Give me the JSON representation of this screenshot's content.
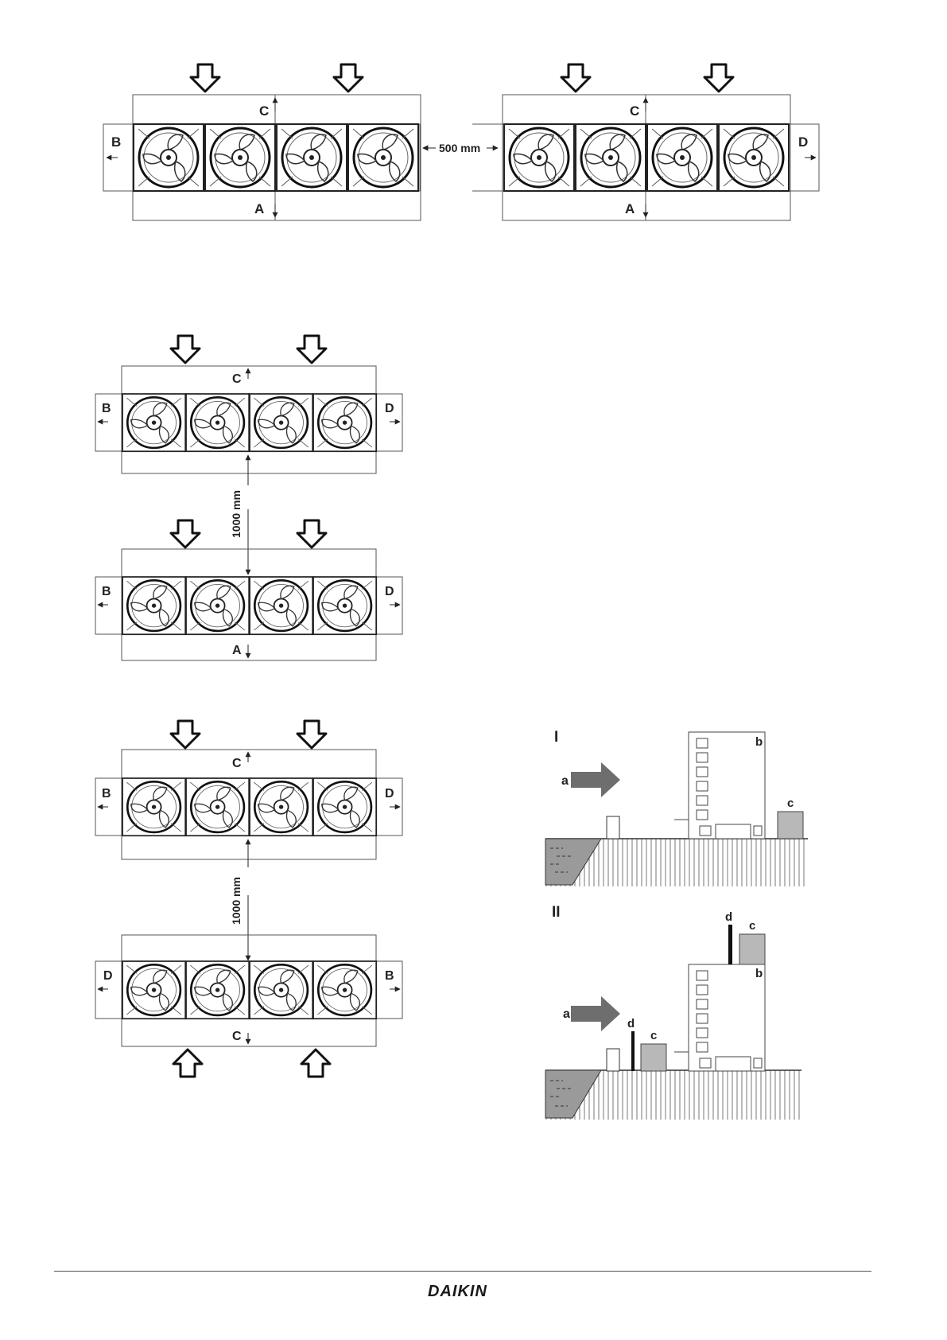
{
  "labels": {
    "A": "A",
    "B": "B",
    "C": "C",
    "D": "D"
  },
  "dim_500": "500 mm",
  "dim_1000": "1000 mm",
  "site": {
    "I": "I",
    "II": "II",
    "a": "a",
    "b": "b",
    "c": "c",
    "d": "d"
  },
  "brand": "DAIKIN",
  "colors": {
    "line": "#222222",
    "frame": "#2a2a2a",
    "gray_box": "#b8b8b8",
    "arrow_fill": "#6e6e6e",
    "water": "#9a9a9a"
  }
}
